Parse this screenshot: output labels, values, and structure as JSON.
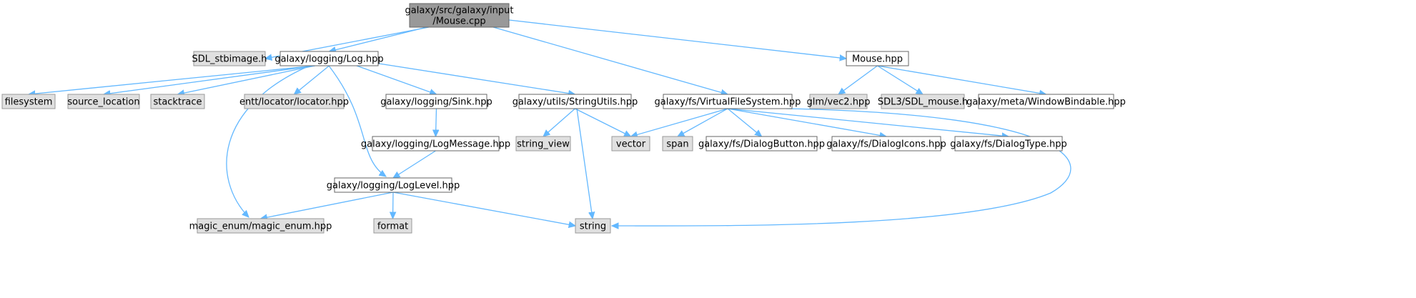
{
  "diagram": {
    "title_lines": [
      "galaxy/src/galaxy/input",
      "/Mouse.cpp"
    ],
    "colors": {
      "edge": "#63b8ff",
      "root_fill": "#999999",
      "documented_fill": "#ffffff",
      "external_fill": "#e0e0e0",
      "border": "#666666"
    },
    "nodes": {
      "root": {
        "lines": [
          "galaxy/src/galaxy/input",
          "/Mouse.cpp"
        ]
      },
      "sdl_stbimage": {
        "label": "SDL_stbimage.h"
      },
      "log_hpp": {
        "label": "galaxy/logging/Log.hpp"
      },
      "vfs_hpp": {
        "label": "galaxy/fs/VirtualFileSystem.hpp"
      },
      "mouse_hpp": {
        "label": "Mouse.hpp"
      },
      "filesystem": {
        "label": "filesystem"
      },
      "source_location": {
        "label": "source_location"
      },
      "stacktrace": {
        "label": "stacktrace"
      },
      "entt_locator": {
        "label": "entt/locator/locator.hpp"
      },
      "sink_hpp": {
        "label": "galaxy/logging/Sink.hpp"
      },
      "stringutils_hpp": {
        "label": "galaxy/utils/StringUtils.hpp"
      },
      "glm_vec2": {
        "label": "glm/vec2.hpp"
      },
      "sdl3_mouse": {
        "label": "SDL3/SDL_mouse.h"
      },
      "windowbindable": {
        "label": "galaxy/meta/WindowBindable.hpp"
      },
      "logmessage_hpp": {
        "label": "galaxy/logging/LogMessage.hpp"
      },
      "string_view": {
        "label": "string_view"
      },
      "vector": {
        "label": "vector"
      },
      "span": {
        "label": "span"
      },
      "dialogbutton": {
        "label": "galaxy/fs/DialogButton.hpp"
      },
      "dialogicons": {
        "label": "galaxy/fs/DialogIcons.hpp"
      },
      "dialogtype": {
        "label": "galaxy/fs/DialogType.hpp"
      },
      "loglevel_hpp": {
        "label": "galaxy/logging/LogLevel.hpp"
      },
      "magic_enum": {
        "label": "magic_enum/magic_enum.hpp"
      },
      "format": {
        "label": "format"
      },
      "string": {
        "label": "string"
      }
    },
    "edges": [
      [
        "root",
        "sdl_stbimage"
      ],
      [
        "root",
        "log_hpp"
      ],
      [
        "root",
        "vfs_hpp"
      ],
      [
        "root",
        "mouse_hpp"
      ],
      [
        "log_hpp",
        "filesystem"
      ],
      [
        "log_hpp",
        "source_location"
      ],
      [
        "log_hpp",
        "stacktrace"
      ],
      [
        "log_hpp",
        "entt_locator"
      ],
      [
        "log_hpp",
        "sink_hpp"
      ],
      [
        "log_hpp",
        "stringutils_hpp"
      ],
      [
        "log_hpp",
        "loglevel_hpp"
      ],
      [
        "log_hpp",
        "magic_enum"
      ],
      [
        "sink_hpp",
        "logmessage_hpp"
      ],
      [
        "logmessage_hpp",
        "loglevel_hpp"
      ],
      [
        "loglevel_hpp",
        "magic_enum"
      ],
      [
        "loglevel_hpp",
        "format"
      ],
      [
        "loglevel_hpp",
        "string"
      ],
      [
        "stringutils_hpp",
        "string_view"
      ],
      [
        "stringutils_hpp",
        "vector"
      ],
      [
        "stringutils_hpp",
        "string"
      ],
      [
        "vfs_hpp",
        "vector"
      ],
      [
        "vfs_hpp",
        "span"
      ],
      [
        "vfs_hpp",
        "dialogbutton"
      ],
      [
        "vfs_hpp",
        "dialogicons"
      ],
      [
        "vfs_hpp",
        "dialogtype"
      ],
      [
        "vfs_hpp",
        "string"
      ],
      [
        "mouse_hpp",
        "glm_vec2"
      ],
      [
        "mouse_hpp",
        "sdl3_mouse"
      ],
      [
        "mouse_hpp",
        "windowbindable"
      ]
    ]
  }
}
